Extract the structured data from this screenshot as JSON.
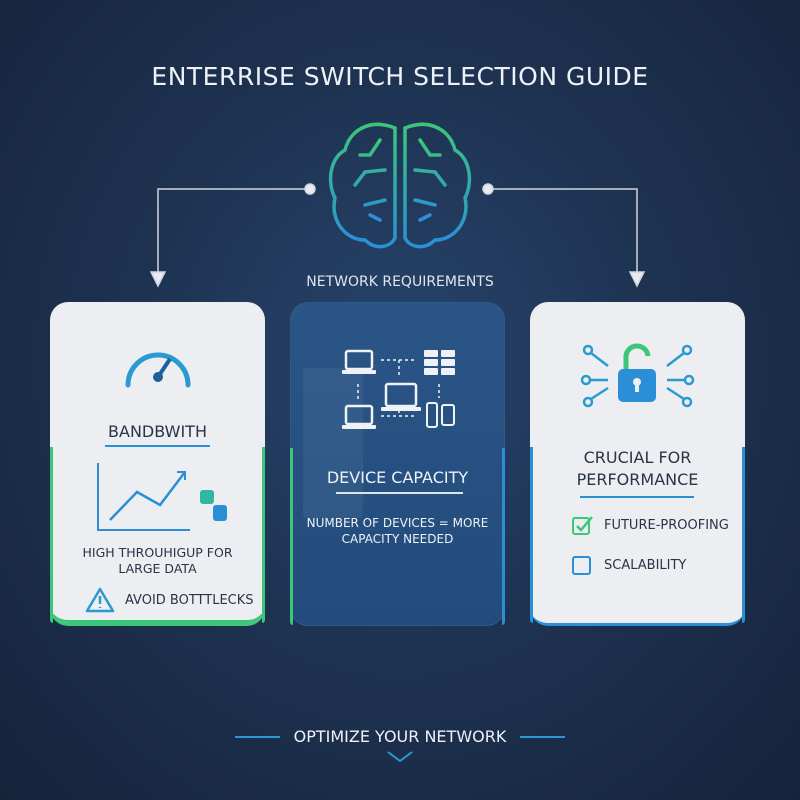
{
  "title": "ENTERRISE SWITCH SELECTION GUIDE",
  "subtitle": "NETWORK REQUIREMENTS",
  "colors": {
    "accent_green": "#3cc67a",
    "accent_blue": "#2a8fd6",
    "background": "#1e3352"
  },
  "cards": [
    {
      "heading": "BANDBWITH",
      "desc_line1": "HIGH THROUHIGUP FOR",
      "desc_line2": "LARGE DATA",
      "warning": "AVOID BOTTTLECKS",
      "icons": [
        "speedometer-icon",
        "trend-chart-icon",
        "database-icon",
        "warning-icon"
      ]
    },
    {
      "heading": "DEVICE CAPACITY",
      "desc_line1": "NUMBER OF DEVICES = MORE",
      "desc_line2": "CAPACITY NEEDED",
      "icons": [
        "laptop-icon",
        "server-icon",
        "phone-icon"
      ]
    },
    {
      "heading_line1": "CRUCIAL FOR",
      "heading_line2": "PERFORMANCE",
      "checklist": [
        {
          "label": "FUTURE-PROOFING",
          "checked": true
        },
        {
          "label": "SCALABILITY",
          "checked": false
        }
      ],
      "icons": [
        "unlocked-padlock-network-icon"
      ]
    }
  ],
  "footer": "OPTIMIZE YOUR NETWORK"
}
